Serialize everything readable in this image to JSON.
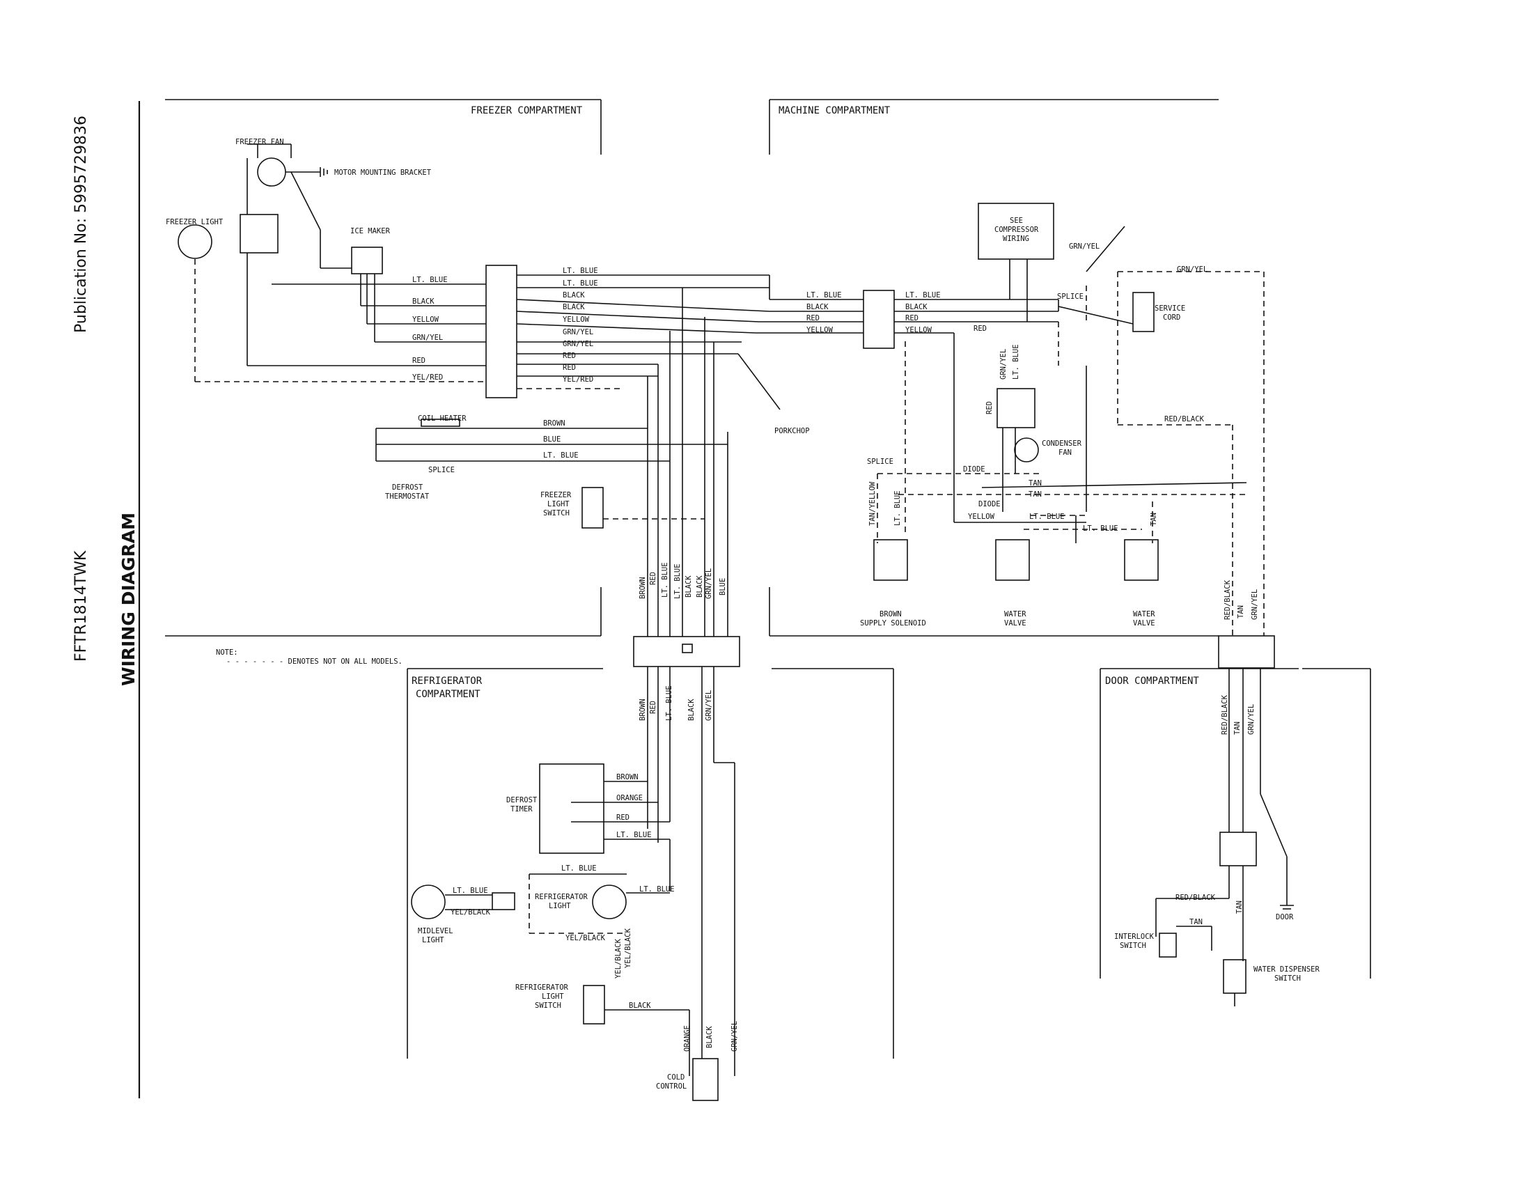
{
  "page": {
    "publication": "Publication No:  5995729836",
    "model": "FFTR1814TWK",
    "title": "WIRING DIAGRAM"
  },
  "compartments": {
    "freezer": "FREEZER COMPARTMENT",
    "machine": "MACHINE COMPARTMENT",
    "refrigerator": [
      "REFRIGERATOR",
      "COMPARTMENT"
    ],
    "door": "DOOR COMPARTMENT"
  },
  "note": {
    "label": "NOTE:",
    "text": "- - - - - - - DENOTES NOT ON ALL MODELS."
  },
  "components": {
    "freezer_fan": "FREEZER FAN",
    "motor_bracket": "MOTOR MOUNTING BRACKET",
    "freezer_light": "FREEZER LIGHT",
    "ice_maker": "ICE MAKER",
    "coil_heater": "COIL HEATER",
    "splice": "SPLICE",
    "defrost_thermostat": [
      "DEFROST",
      "THERMOSTAT"
    ],
    "freezer_light_switch": [
      "FREEZER",
      "LIGHT",
      "SWITCH"
    ],
    "porkchop": "PORKCHOP",
    "compressor_wiring": [
      "SEE",
      "COMPRESSOR",
      "WIRING"
    ],
    "service_cord": [
      "SERVICE",
      "CORD"
    ],
    "condenser_fan": [
      "CONDENSER",
      "FAN"
    ],
    "diode": "DIODE",
    "supply_solenoid": [
      "BROWN",
      "SUPPLY SOLENOID"
    ],
    "water_valve": [
      "WATER",
      "VALVE"
    ],
    "defrost_timer": [
      "DEFROST",
      "TIMER"
    ],
    "midlevel_light": [
      "MIDLEVEL",
      "LIGHT"
    ],
    "refrigerator_light": [
      "REFRIGERATOR",
      "LIGHT"
    ],
    "refrigerator_light_switch": [
      "REFRIGERATOR",
      "LIGHT",
      "SWITCH"
    ],
    "cold_control": [
      "COLD",
      "CONTROL"
    ],
    "interlock_switch": [
      "INTERLOCK",
      "SWITCH"
    ],
    "door": "DOOR",
    "water_dispenser_switch": [
      "WATER DISPENSER",
      "SWITCH"
    ]
  },
  "wires": {
    "lt_blue": "LT. BLUE",
    "black": "BLACK",
    "yellow": "YELLOW",
    "grn_yel": "GRN/YEL",
    "red": "RED",
    "yel_red": "YEL/RED",
    "brown": "BROWN",
    "blue": "BLUE",
    "orange": "ORANGE",
    "yel_black": "YEL/BLACK",
    "red_black": "RED/BLACK",
    "tan": "TAN",
    "tan_yellow": "TAN/YELLOW"
  }
}
